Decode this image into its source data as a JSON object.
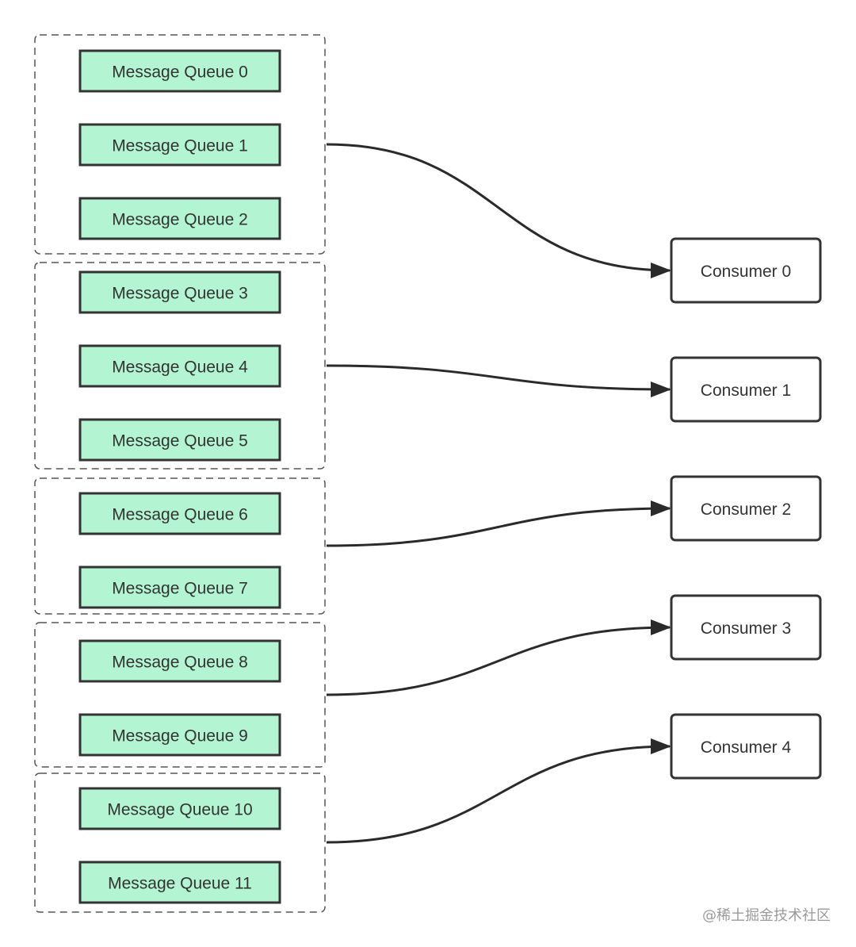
{
  "colors": {
    "queue_fill": "#b3f5d3",
    "box_stroke": "#333333",
    "text": "#333333",
    "watermark": "#9a9a9a"
  },
  "queues": [
    "Message Queue 0",
    "Message Queue 1",
    "Message Queue 2",
    "Message Queue 3",
    "Message Queue 4",
    "Message Queue 5",
    "Message Queue 6",
    "Message Queue 7",
    "Message Queue 8",
    "Message Queue 9",
    "Message Queue 10",
    "Message Queue 11"
  ],
  "groups": [
    {
      "queues": [
        0,
        1,
        2
      ],
      "consumer": 0
    },
    {
      "queues": [
        3,
        4,
        5
      ],
      "consumer": 1
    },
    {
      "queues": [
        6,
        7
      ],
      "consumer": 2
    },
    {
      "queues": [
        8,
        9
      ],
      "consumer": 3
    },
    {
      "queues": [
        10,
        11
      ],
      "consumer": 4
    }
  ],
  "consumers": [
    "Consumer 0",
    "Consumer 1",
    "Consumer 2",
    "Consumer 3",
    "Consumer 4"
  ],
  "watermark": "@稀土掘金技术社区"
}
